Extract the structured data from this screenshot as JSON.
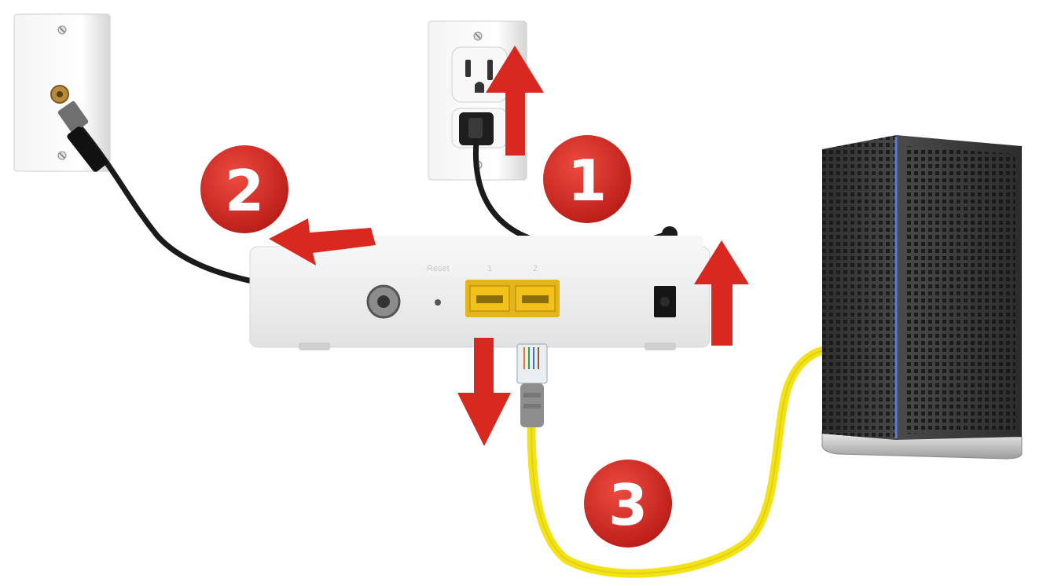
{
  "steps": [
    {
      "number": "1",
      "target": "power-outlet"
    },
    {
      "number": "2",
      "target": "coax-wall-plate"
    },
    {
      "number": "3",
      "target": "ethernet-cable"
    }
  ],
  "modem_labels": {
    "reset": "Reset",
    "port1": "1",
    "port2": "2"
  },
  "colors": {
    "arrow_red": "#d9281f",
    "badge_red": "#d8302a",
    "ethernet_cable": "#f3e216",
    "coax_cable": "#1a1a1a",
    "ethernet_port": "#f2c21a",
    "modem_body": "#eeeeee",
    "tower": "#3a3a3a"
  },
  "icons": [
    "arrow-up-icon",
    "arrow-left-icon",
    "arrow-down-icon"
  ]
}
